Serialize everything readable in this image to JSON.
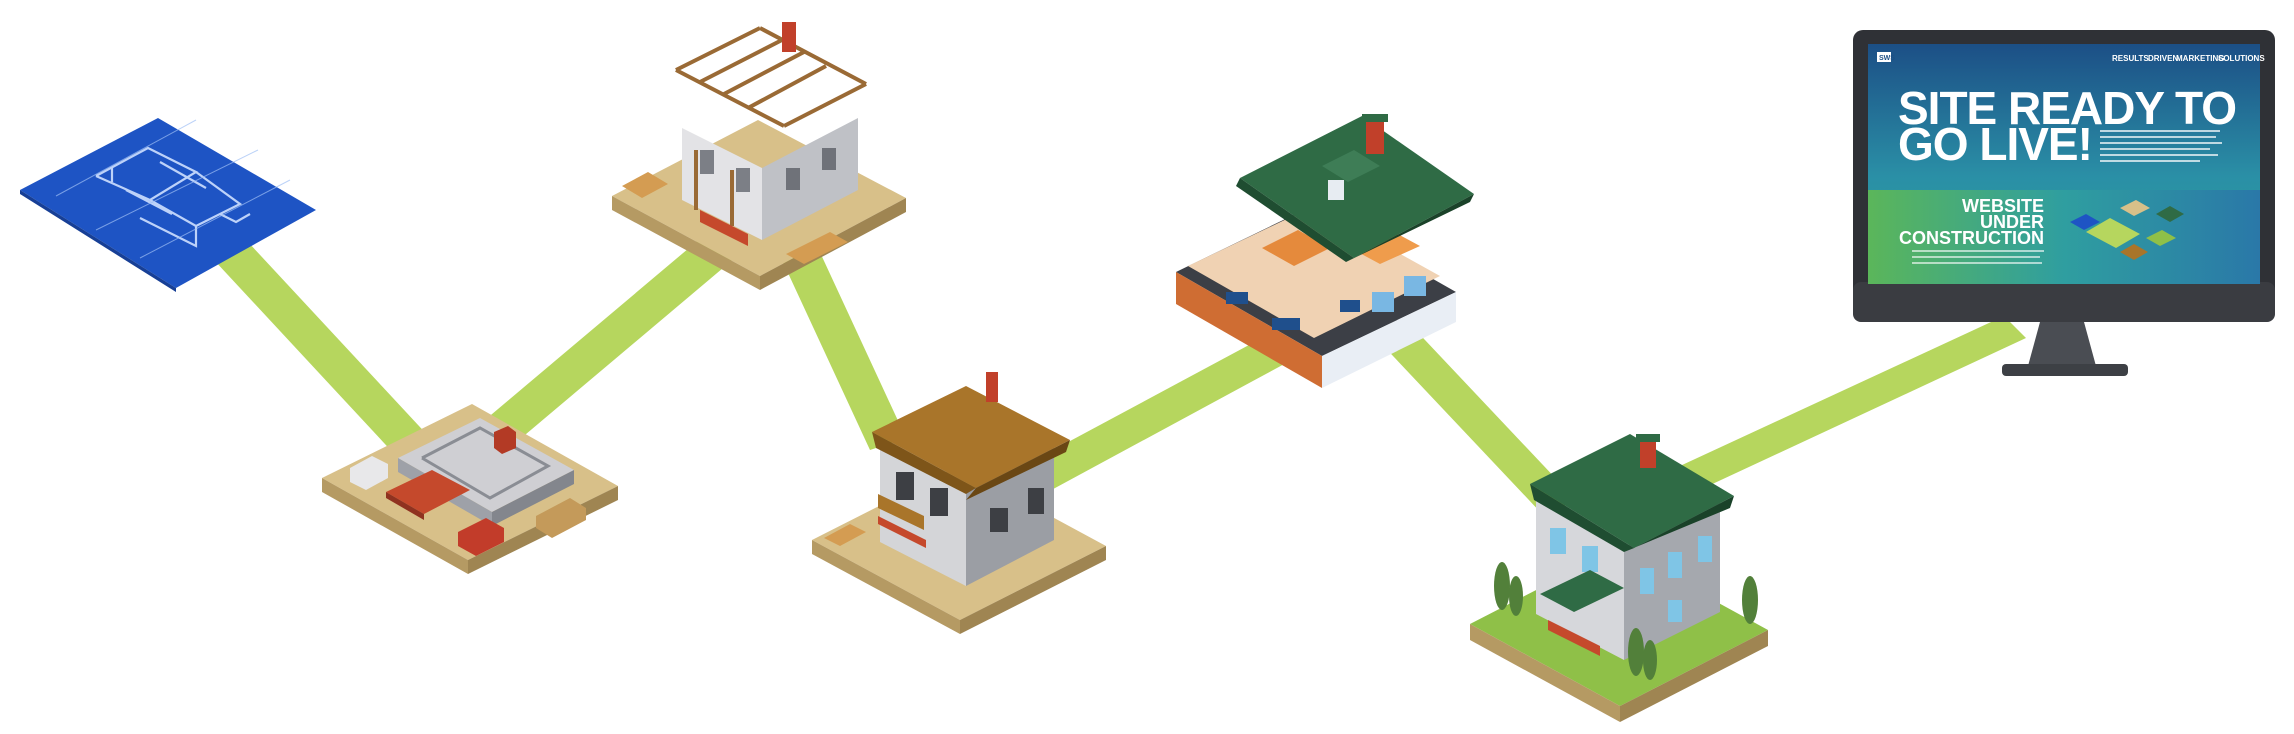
{
  "colors": {
    "path": "#b5d55c",
    "blueprint": "#1f55c5",
    "roof_green": "#2f6b45",
    "roof_brown": "#a9752a",
    "sand": "#d6c08b",
    "grass": "#8fc048",
    "screen_top": "#1b5a8e",
    "screen_bottom": "#2ea0a8"
  },
  "stages": [
    {
      "icon": "blueprint-icon"
    },
    {
      "icon": "foundation-icon"
    },
    {
      "icon": "frame-construction-icon"
    },
    {
      "icon": "exterior-house-icon"
    },
    {
      "icon": "interior-cutaway-icon"
    },
    {
      "icon": "finished-house-icon"
    },
    {
      "icon": "monitor-icon"
    }
  ],
  "monitor": {
    "brand": "SWS",
    "nav": [
      "RESULTS",
      "DRIVEN",
      "MARKETING",
      "SOLUTIONS"
    ],
    "headline_line1": "SITE READY TO",
    "headline_line2": "GO LIVE!",
    "sub_line1": "WEBSITE",
    "sub_line2": "UNDER",
    "sub_line3": "CONSTRUCTION"
  }
}
